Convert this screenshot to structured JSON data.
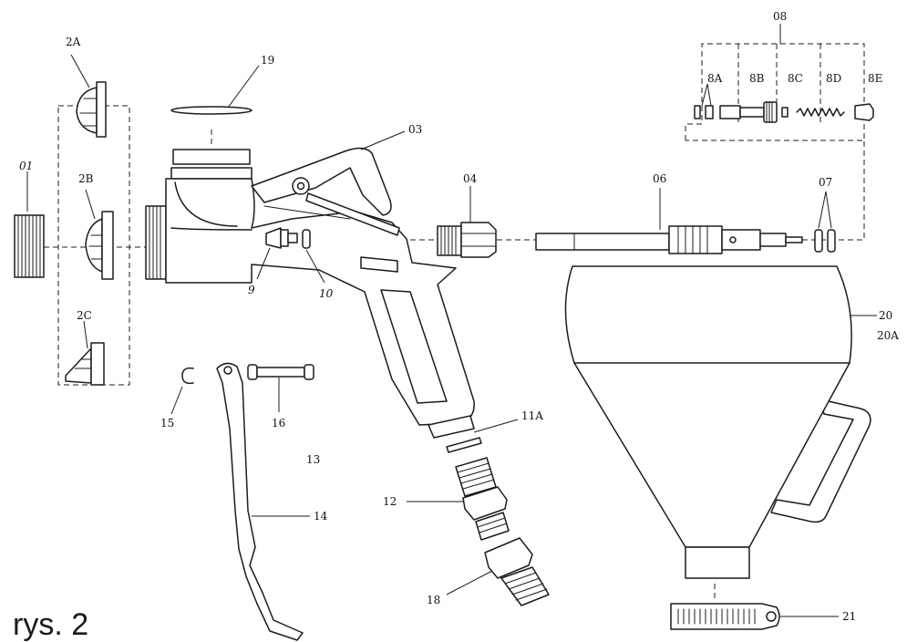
{
  "figure": {
    "caption": "rys. 2",
    "colors": {
      "ink": "#1c1c1c",
      "paper": "#ffffff"
    }
  },
  "labels": {
    "p01": "01",
    "p2a": "2A",
    "p2b": "2B",
    "p2c": "2C",
    "p19": "19",
    "p03": "03",
    "p04": "04",
    "p06": "06",
    "p07": "07",
    "p08": "08",
    "p8a": "8A",
    "p8b": "8B",
    "p8c": "8C",
    "p8d": "8D",
    "p8e": "8E",
    "p9": "9",
    "p10": "10",
    "p20": "20",
    "p20a": "20A",
    "p11a": "11A",
    "p12": "12",
    "p13": "13",
    "p14": "14",
    "p15": "15",
    "p16": "16",
    "p18": "18",
    "p21": "21"
  }
}
